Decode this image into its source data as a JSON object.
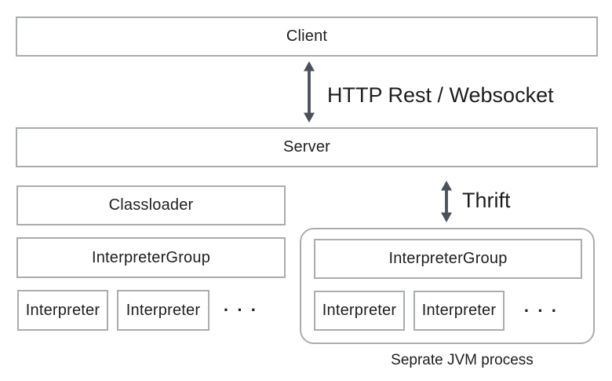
{
  "diagram": {
    "nodes": {
      "client": "Client",
      "server": "Server",
      "classloader": "Classloader",
      "interpreter_group": "InterpreterGroup",
      "interpreter": "Interpreter",
      "ellipsis": "· · ·"
    },
    "labels": {
      "http": "HTTP Rest / Websocket",
      "thrift": "Thrift",
      "jvm_caption": "Seprate JVM process"
    },
    "colors": {
      "box_border": "#a9adac",
      "arrow": "#4b515a",
      "text": "#1d1d1d",
      "background": "#ffffff"
    }
  }
}
